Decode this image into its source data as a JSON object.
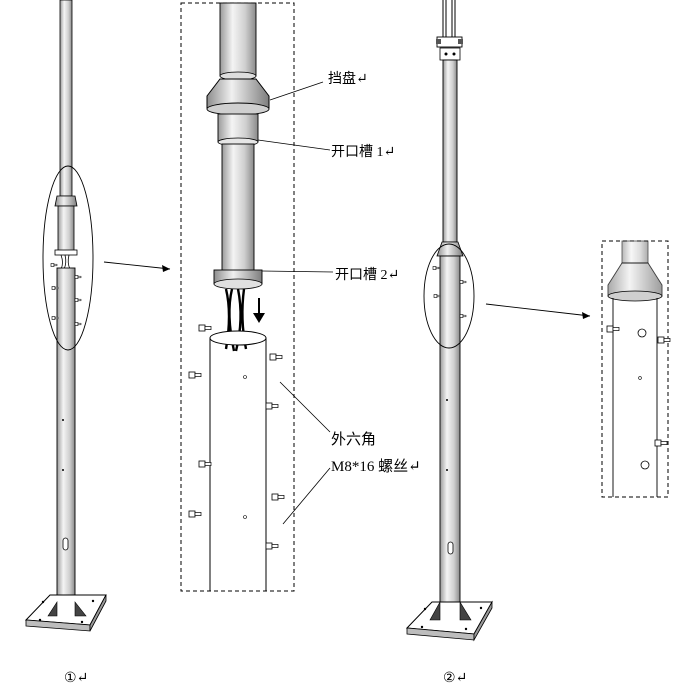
{
  "labels": {
    "baffle_disc": "挡盘↵",
    "slot_1": "开口槽 1↵",
    "slot_2": "开口槽 2↵",
    "hex_line1": "外六角",
    "hex_line2": "M8*16 螺丝↵",
    "step_1": "①↵",
    "step_2": "②↵"
  },
  "colors": {
    "stroke": "#000000",
    "pole_fill": "#ffffff",
    "shade": "#d8d8d8",
    "dark": "#222222"
  }
}
